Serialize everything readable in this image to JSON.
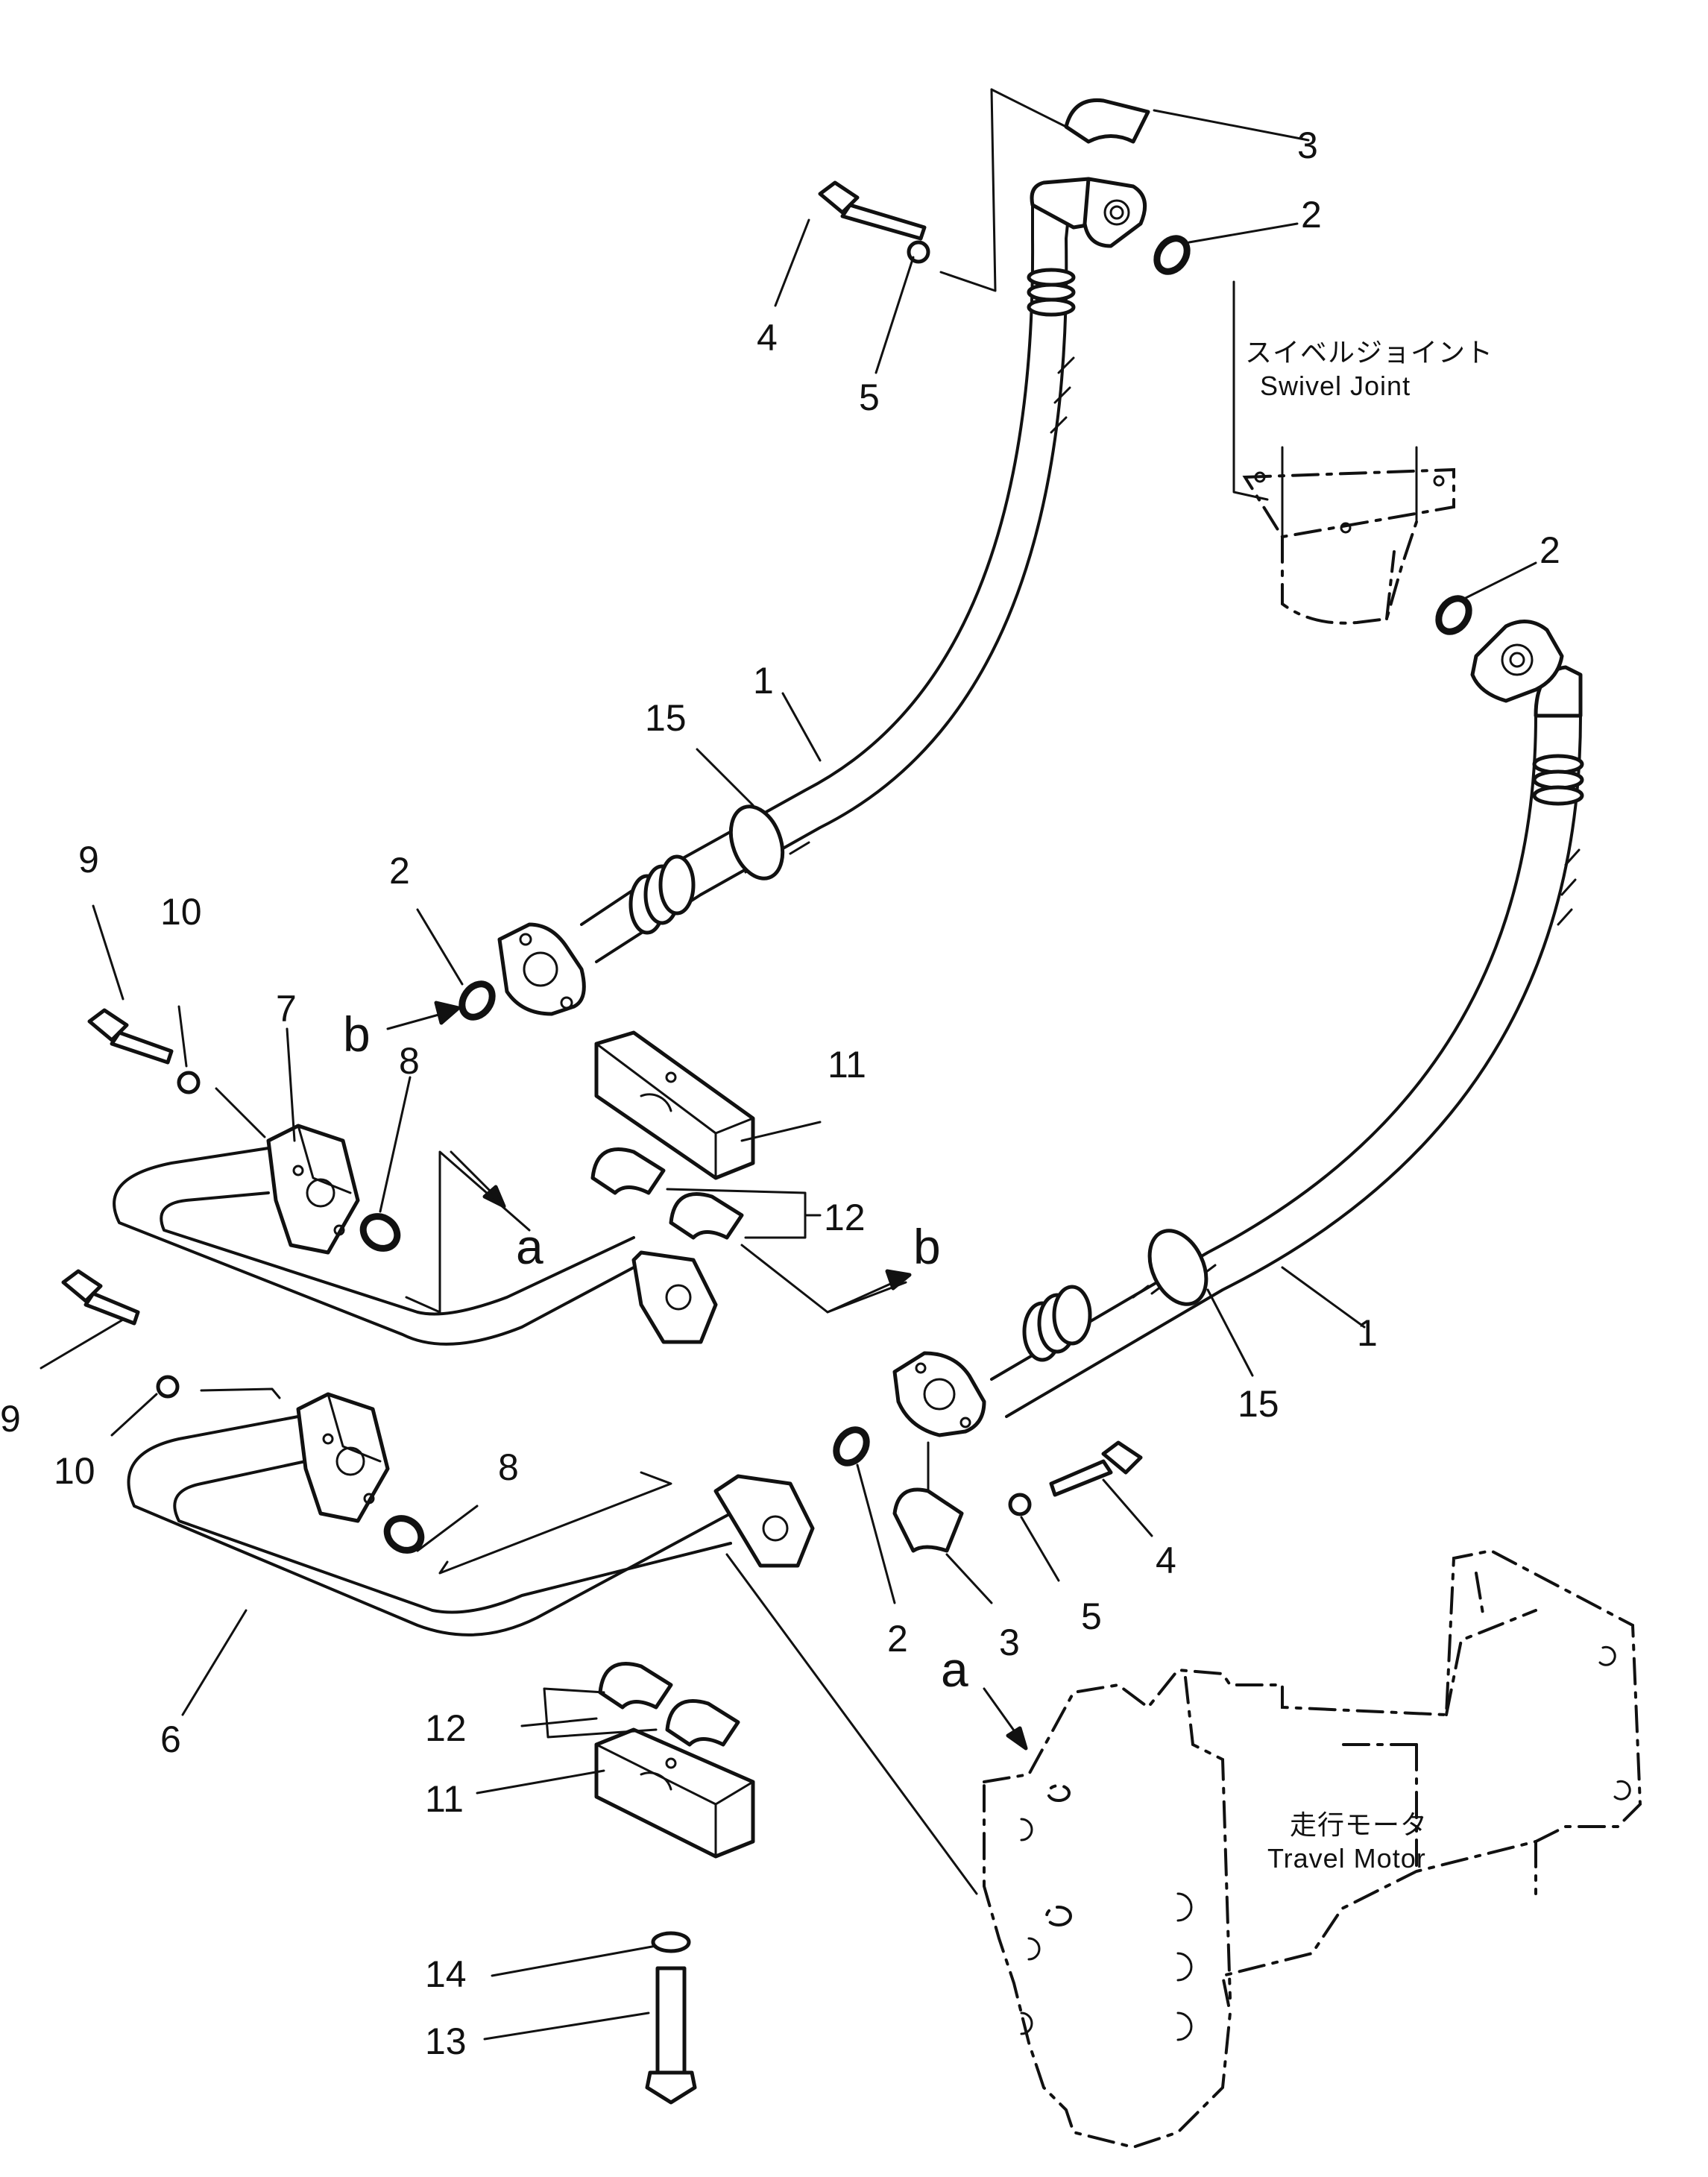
{
  "callouts": {
    "c1a": "1",
    "c1b": "1",
    "c2a": "2",
    "c2b": "2",
    "c2c": "2",
    "c2d": "2",
    "c3a": "3",
    "c3b": "3",
    "c4a": "4",
    "c4b": "4",
    "c5a": "5",
    "c5b": "5",
    "c6": "6",
    "c7": "7",
    "c8a": "8",
    "c8b": "8",
    "c9a": "9",
    "c9b": "9",
    "c10a": "10",
    "c10b": "10",
    "c11a": "11",
    "c11b": "11",
    "c12a": "12",
    "c12b": "12",
    "c13": "13",
    "c14": "14",
    "c15a": "15",
    "c15b": "15"
  },
  "references": {
    "a_target": "a",
    "a_motor": "a",
    "b_target": "b",
    "b_source": "b"
  },
  "assemblies": {
    "swivel_joint_jp": "スイベルジョイント",
    "swivel_joint_en": "Swivel Joint",
    "travel_motor_jp": "走行モータ",
    "travel_motor_en": "Travel Motor"
  }
}
